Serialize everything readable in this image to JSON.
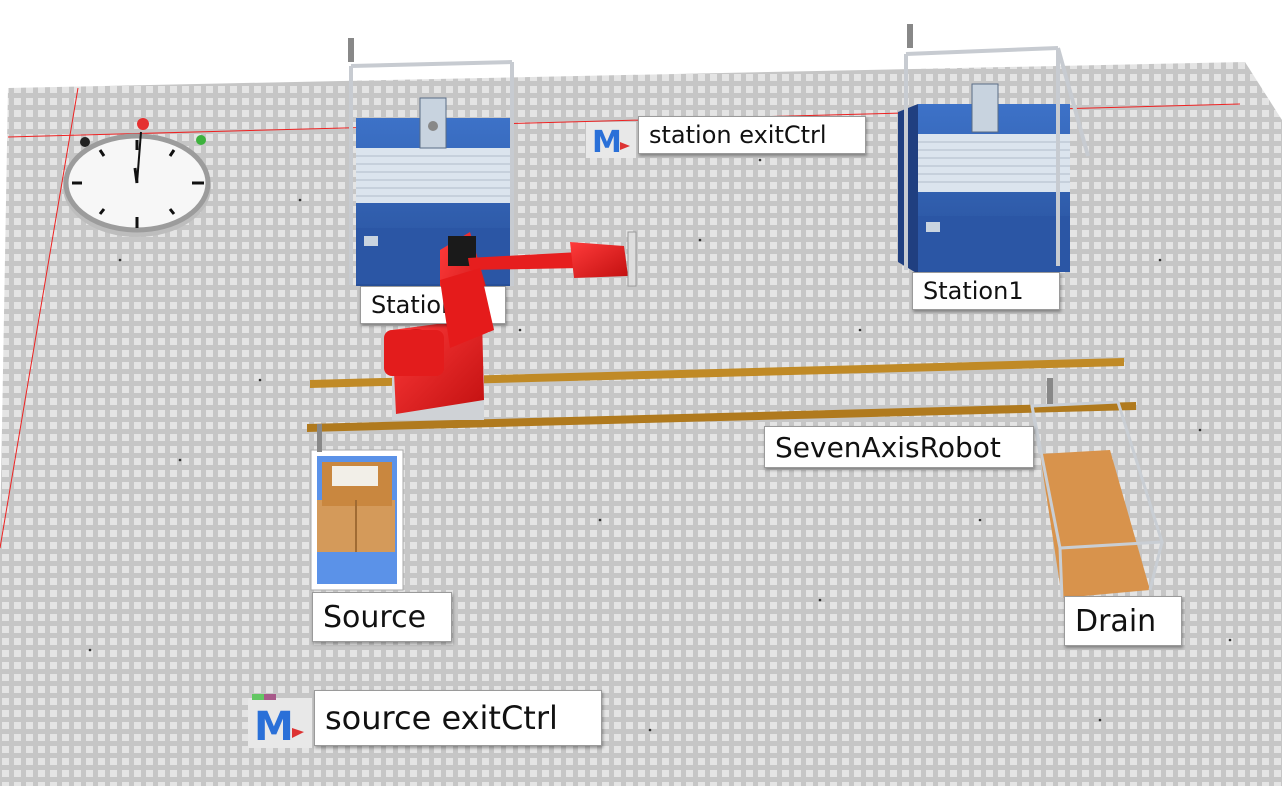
{
  "scene": {
    "labels": {
      "station2": "Station2",
      "station1": "Station1",
      "seven_axis_robot": "SevenAxisRobot",
      "source": "Source",
      "drain": "Drain",
      "station_exit_ctrl": "station exitCtrl",
      "source_exit_ctrl": "source exitCtrl"
    },
    "icons": {
      "method": "method-icon",
      "clock": "clock-icon"
    },
    "colors": {
      "floor": "#c8c8c8",
      "floor_tile": "#e2e2e2",
      "robot": "#e81e1e",
      "station_blue": "#2f5fb0",
      "rail": "#b8801e",
      "method_icon_blue": "#2a70d8",
      "grid_line": "#e52222"
    }
  }
}
